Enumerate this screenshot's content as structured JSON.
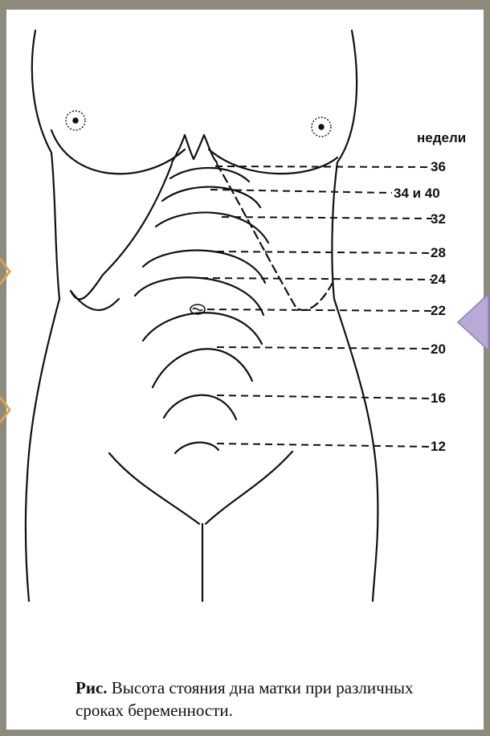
{
  "weeks_title": "недели",
  "weeks": [
    {
      "label": "36"
    },
    {
      "label": "34 и 40"
    },
    {
      "label": "32"
    },
    {
      "label": "28"
    },
    {
      "label": "24"
    },
    {
      "label": "22"
    },
    {
      "label": "20"
    },
    {
      "label": "16"
    },
    {
      "label": "12"
    }
  ],
  "caption": {
    "prefix": "Рис.",
    "text": "Высота стояния дна матки при различных сроках беременности."
  },
  "colors": {
    "frame": "#8d8c7c",
    "page": "#ffffff",
    "ink": "#111111",
    "left_arrow": "#e0a24a",
    "right_arrow": "#b9a9d6"
  }
}
